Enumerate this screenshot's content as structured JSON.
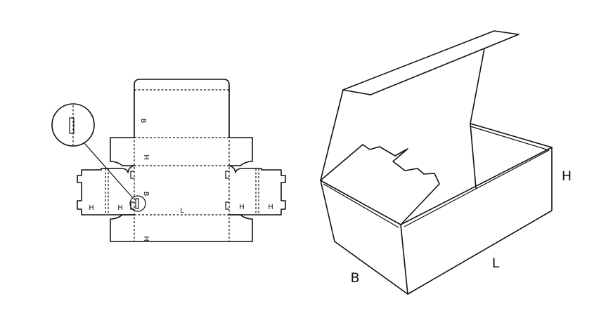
{
  "dieline": {
    "top_flap_label": "B",
    "upper_side_label": "H",
    "base_width_label": "B",
    "base_length_label": "L",
    "lower_side_label": "H",
    "left_end_outer_label": "H",
    "left_end_inner_label": "H",
    "right_end_inner_label": "H",
    "right_end_outer_label": "H"
  },
  "box": {
    "height_label": "H",
    "length_label": "L",
    "width_label": "B"
  }
}
